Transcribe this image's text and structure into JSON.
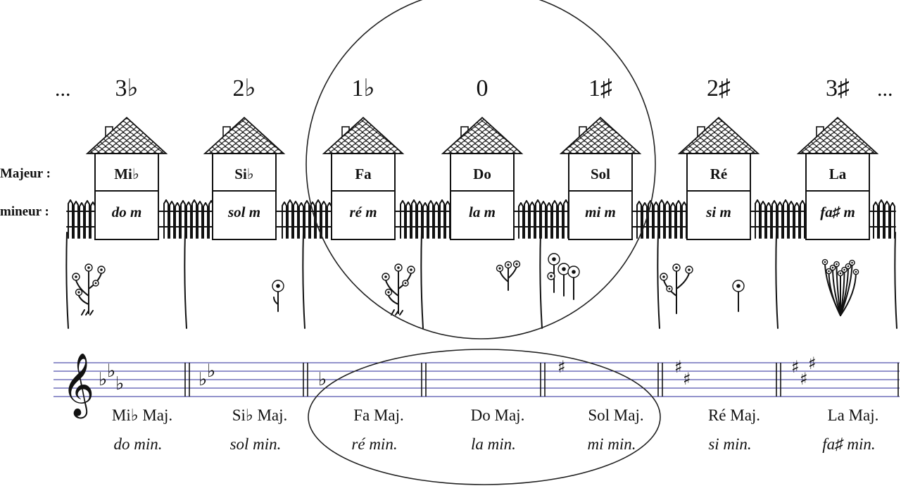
{
  "labels": {
    "dots_left": "...",
    "dots_right": "...",
    "major_row": "Majeur :",
    "minor_row": "mineur :"
  },
  "keys": [
    {
      "signature": "3♭",
      "major": "Mi♭",
      "minor": "do m",
      "major_caption": "Mi♭ Maj.",
      "minor_caption": "do min.",
      "staff_accidentals": "♭♭♭",
      "flower": "tall"
    },
    {
      "signature": "2♭",
      "major": "Si♭",
      "minor": "sol m",
      "major_caption": "Si♭ Maj.",
      "minor_caption": "sol min.",
      "staff_accidentals": "♭♭",
      "flower": "small"
    },
    {
      "signature": "1♭",
      "major": "Fa",
      "minor": "ré m",
      "major_caption": "Fa Maj.",
      "minor_caption": "ré min.",
      "staff_accidentals": "♭",
      "flower": "tall"
    },
    {
      "signature": "0",
      "major": "Do",
      "minor": "la m",
      "major_caption": "Do Maj.",
      "minor_caption": "la min.",
      "staff_accidentals": "",
      "flower": "medium"
    },
    {
      "signature": "1♯",
      "major": "Sol",
      "minor": "mi m",
      "major_caption": "Sol Maj.",
      "minor_caption": "mi min.",
      "staff_accidentals": "♯",
      "flower": "cluster"
    },
    {
      "signature": "2♯",
      "major": "Ré",
      "minor": "si m",
      "major_caption": "Ré Maj.",
      "minor_caption": "si min.",
      "staff_accidentals": "♯♯",
      "flower": "tall-small"
    },
    {
      "signature": "3♯",
      "major": "La",
      "minor": "fa♯ m",
      "major_caption": "La Maj.",
      "minor_caption": "fa♯ min.",
      "staff_accidentals": "♯♯♯",
      "flower": "bush"
    }
  ],
  "highlight_groups": [
    "1♭",
    "0",
    "1♯"
  ],
  "colors": {
    "ink": "#111111",
    "staff": "#2a2a9a"
  }
}
